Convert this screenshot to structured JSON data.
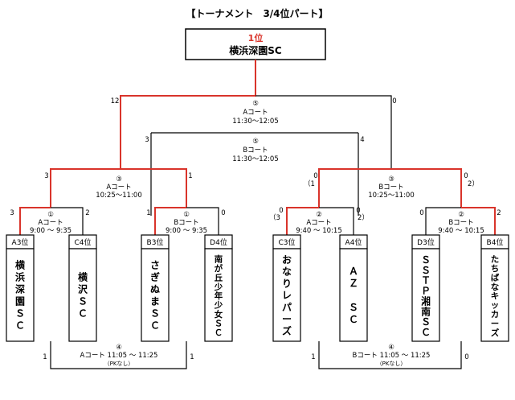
{
  "title": "【トーナメント　3/4位パート】",
  "winner": {
    "rank": "1位",
    "name": "横浜深園SC"
  },
  "colors": {
    "winner_line": "#d9342b",
    "line": "#000000",
    "rank_text": "#d9342b"
  },
  "matches": [
    {
      "id": "m_final",
      "num": "⑤",
      "court": "Aコート",
      "time": "11:30～12:05",
      "score_left": "12",
      "score_right": "0"
    },
    {
      "id": "m_3rd",
      "num": "⑤",
      "court": "Bコート",
      "time": "11:30～12:05",
      "score_left": "3",
      "score_right": "4"
    },
    {
      "id": "m_semi_left",
      "num": "③",
      "court": "Aコート",
      "time": "10:25～11:00",
      "score_left": "3",
      "score_right": "1"
    },
    {
      "id": "m_semi_right",
      "num": "③",
      "court": "Bコート",
      "time": "10:25～11:00",
      "score_left": "0",
      "score_right": "0",
      "pk_left": "（1",
      "pk_right": "2）"
    },
    {
      "id": "m_q1",
      "num": "①",
      "court": "Aコート",
      "time": "9:00 ～ 9:35",
      "score_left": "3",
      "score_right": "2"
    },
    {
      "id": "m_q2",
      "num": "①",
      "court": "Bコート",
      "time": "9:00 ～ 9:35",
      "score_left": "1",
      "score_right": "0"
    },
    {
      "id": "m_q3",
      "num": "②",
      "court": "Aコート",
      "time": "9:40 ～ 10:15",
      "score_left": "0",
      "score_right": "0",
      "pk_left": "（3",
      "pk_right": "2）"
    },
    {
      "id": "m_q4",
      "num": "②",
      "court": "Bコート",
      "time": "9:40 ～ 10:15",
      "score_left": "0",
      "score_right": "2"
    },
    {
      "id": "m_cons_left",
      "num": "④",
      "court": "Aコート 11:05 ～ 11:25",
      "note": "（PKなし）",
      "score_left": "1",
      "score_right": "1"
    },
    {
      "id": "m_cons_right",
      "num": "④",
      "court": "Bコート 11:05 ～ 11:25",
      "note": "（PKなし）",
      "score_left": "1",
      "score_right": "0"
    }
  ],
  "teams": [
    {
      "seed": "A3位",
      "name": "横浜深園ＳＣ"
    },
    {
      "seed": "C4位",
      "name": "横沢ＳＣ"
    },
    {
      "seed": "B3位",
      "name": "さぎぬまＳＣ"
    },
    {
      "seed": "D4位",
      "name": "南が丘少年少女ＳＣ"
    },
    {
      "seed": "C3位",
      "name": "おなりレパーズ"
    },
    {
      "seed": "A4位",
      "name": "ＡＺ　ＳＣ"
    },
    {
      "seed": "D3位",
      "name": "ＳＳＴＰ湘南ＳＣ"
    },
    {
      "seed": "B4位",
      "name": "たちばなキッカーズ"
    }
  ]
}
